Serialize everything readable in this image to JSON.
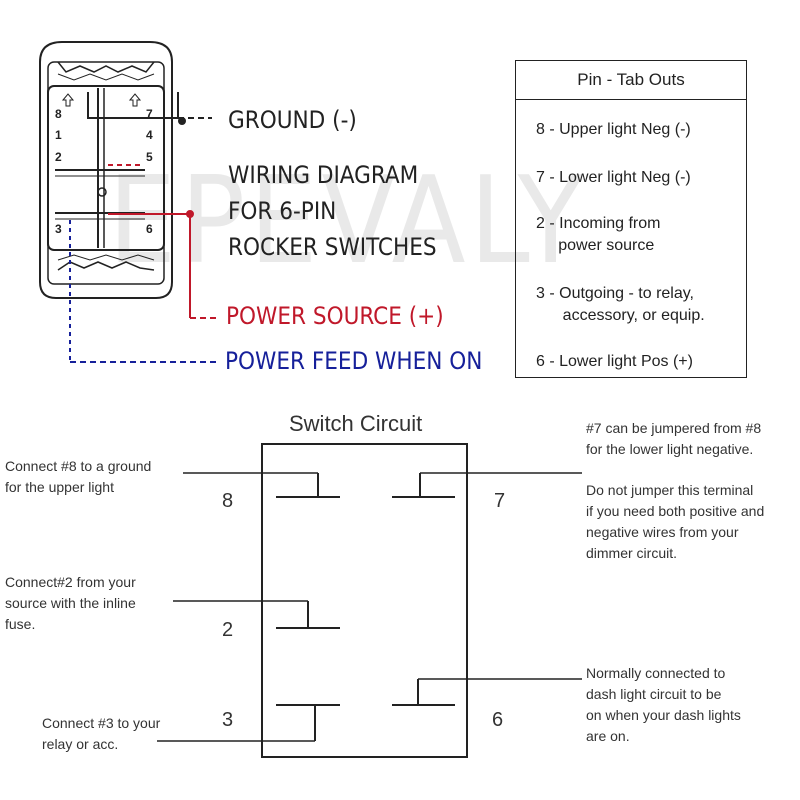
{
  "diagram": {
    "watermark": "EPEVALY",
    "switch_pin_labels": {
      "p8": "8",
      "p7": "7",
      "p1": "1",
      "p4": "4",
      "p2": "2",
      "p5": "5",
      "p3": "3",
      "p6": "6"
    },
    "callouts": {
      "ground": "GROUND (-)",
      "title_line1": "WIRING DIAGRAM",
      "title_line2": "FOR 6-PIN",
      "title_line3": "ROCKER SWITCHES",
      "power_source": "POWER SOURCE (+)",
      "power_feed": "POWER FEED WHEN ON"
    },
    "colors": {
      "power_source": "#c0182a",
      "power_feed": "#16209a",
      "ink": "#222222"
    }
  },
  "pin_table": {
    "header": "Pin - Tab Outs",
    "rows": [
      "8 - Upper light Neg (-)",
      "7 - Lower light Neg (-)",
      "2 - Incoming from\n     power source",
      "3 - Outgoing - to relay,\n      accessory, or equip.",
      "6 - Lower light Pos (+)"
    ]
  },
  "switch_circuit": {
    "title": "Switch Circuit",
    "pins": {
      "left_top": "8",
      "right_top": "7",
      "left_mid": "2",
      "left_bottom": "3",
      "right_bottom": "6"
    },
    "notes": {
      "pin8": "Connect #8 to a ground\nfor the upper light",
      "pin2": "Connect#2 from your\nsource with the inline\nfuse.",
      "pin3": "Connect #3 to your\nrelay or acc.",
      "pin7_top": "#7 can be jumpered from #8\nfor the lower light negative.",
      "pin7_bottom": "Do not jumper this terminal\nif you need both positive and\nnegative wires from your\ndimmer circuit.",
      "pin6": "Normally connected to\ndash light circuit to be\non when your dash lights\nare on."
    }
  }
}
